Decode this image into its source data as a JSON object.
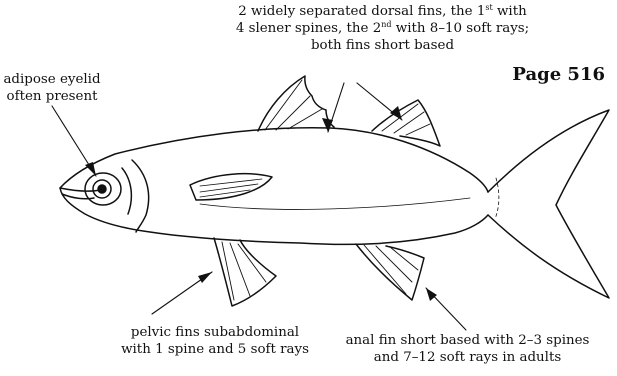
{
  "page_ref": "Page 516",
  "labels": {
    "dorsal": {
      "line1_pre": "2 widely separated dorsal fins, the 1",
      "line1_sup": "st",
      "line1_post": " with",
      "line2_pre": "4 slener spines, the 2",
      "line2_sup": "nd",
      "line2_post": " with 8–10 soft rays;",
      "line3": "both fins short based"
    },
    "eyelid": {
      "line1": "adipose eyelid",
      "line2": "often present"
    },
    "pelvic": {
      "line1": "pelvic fins subabdominal",
      "line2": "with 1 spine and 5 soft rays"
    },
    "anal": {
      "line1": "anal fin short based with 2–3 spines",
      "line2": "and 7–12 soft rays in adults"
    }
  },
  "colors": {
    "ink": "#111111",
    "background": "#ffffff"
  }
}
